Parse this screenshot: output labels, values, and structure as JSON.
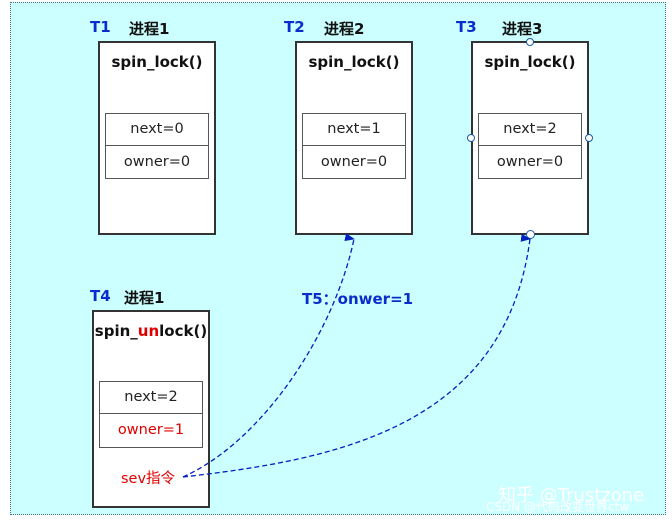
{
  "processes": [
    {
      "time": "T1",
      "name": "进程1",
      "fn": "spin_lock()",
      "fields": [
        "next=0",
        "owner=0"
      ]
    },
    {
      "time": "T2",
      "name": "进程2",
      "fn": "spin_lock()",
      "fields": [
        "next=1",
        "owner=0"
      ]
    },
    {
      "time": "T3",
      "name": "进程3",
      "fn": "spin_lock()",
      "fields": [
        "next=2",
        "owner=0"
      ]
    }
  ],
  "unlock": {
    "time": "T4",
    "name": "进程1",
    "fn_prefix": "spin_",
    "fn_highlight": "un",
    "fn_suffix": "lock()",
    "fields": [
      "next=2",
      "owner=1"
    ],
    "sev": "sev指令"
  },
  "t5_label": "T5：onwer=1",
  "watermark": {
    "brand": "知乎 @Trustzone",
    "credit": "CSDN @代码改变世界ctw"
  },
  "colors": {
    "background": "#ccffff",
    "time_label": "#0a2ccc",
    "highlight": "#e00000",
    "arrow": "#0020c0"
  }
}
